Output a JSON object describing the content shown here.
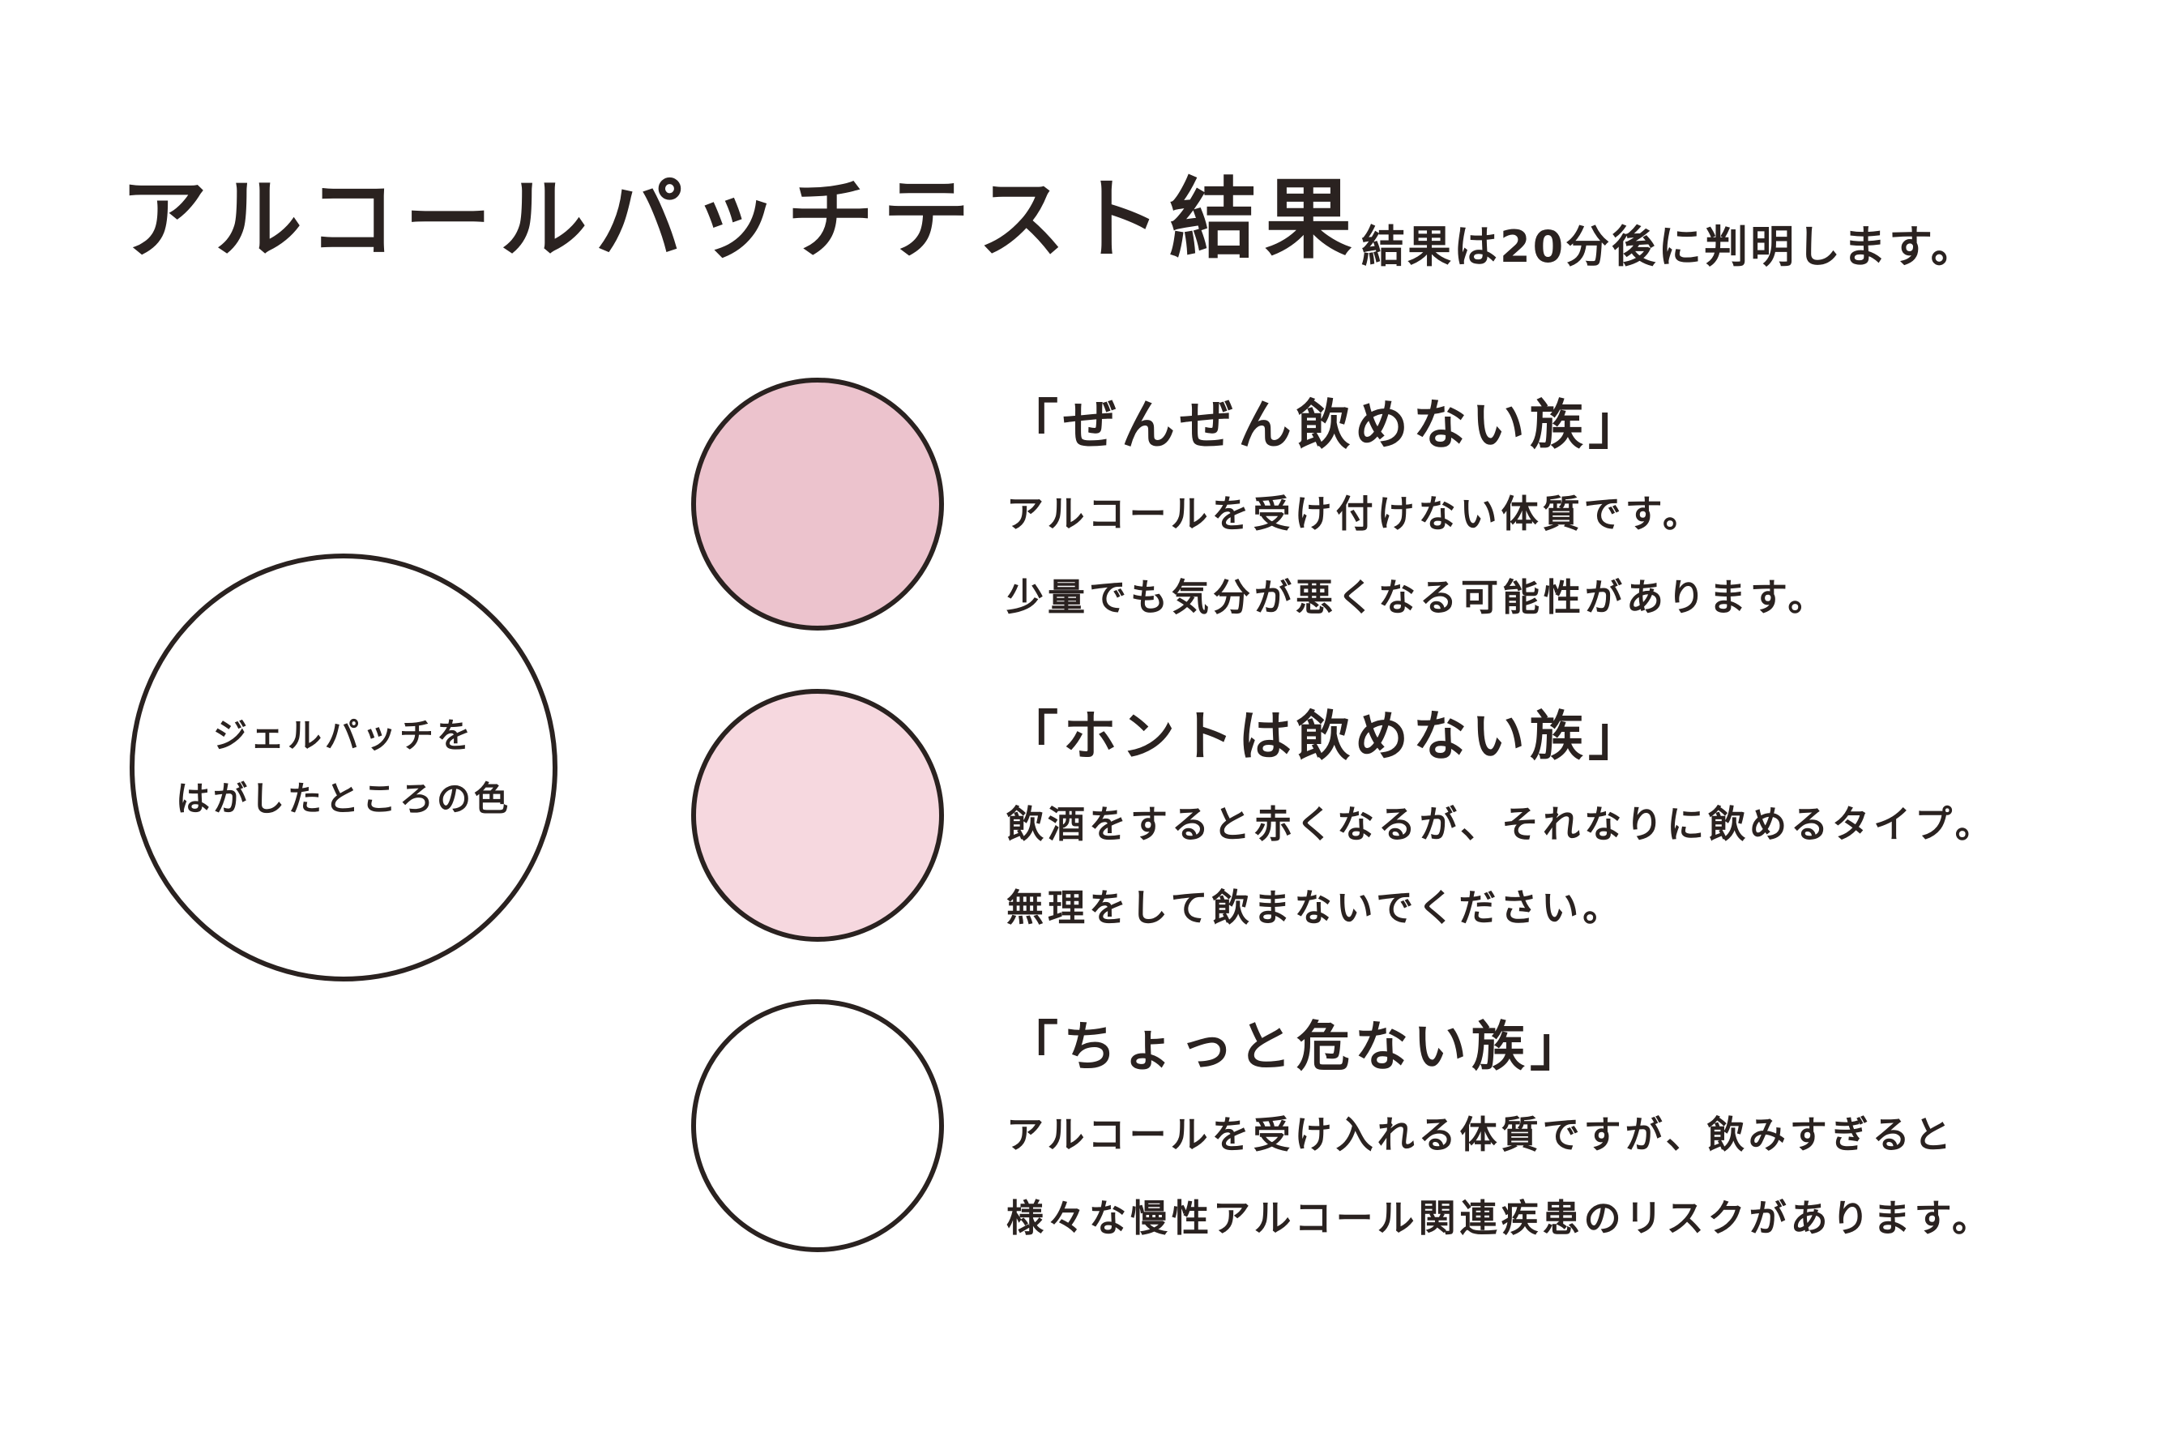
{
  "title": "アルコールパッチテスト結果",
  "subtitle": "結果は20分後に判明します。",
  "gel_label": {
    "line1": "ジェルパッチを",
    "line2": "はがしたところの色"
  },
  "results": [
    {
      "color": "#ecc3cd",
      "title": "「ぜんぜん飲めない族」",
      "desc1": "アルコールを受け付けない体質です。",
      "desc2": "少量でも気分が悪くなる可能性があります。"
    },
    {
      "color": "#f6d8df",
      "title": "「ホントは飲めない族」",
      "desc1": "飲酒をすると赤くなるが、それなりに飲めるタイプ。",
      "desc2": "無理をして飲まないでください。"
    },
    {
      "color": "#ffffff",
      "title": "「ちょっと危ない族」",
      "desc1": "アルコールを受け入れる体質ですが、飲みすぎると",
      "desc2": "様々な慢性アルコール関連疾患のリスクがあります。"
    }
  ]
}
